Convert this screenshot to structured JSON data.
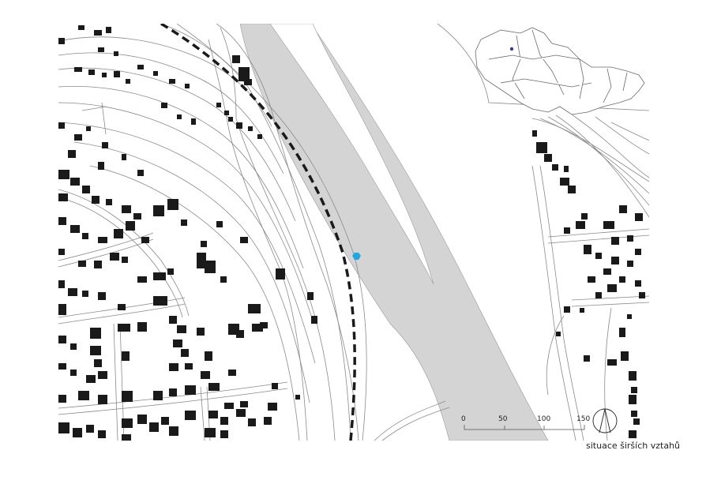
{
  "map": {
    "caption": "situace širších vztahů",
    "scale_bar": {
      "ticks": [
        "0",
        "50",
        "100",
        "150"
      ]
    },
    "north_arrow": {
      "icon": "north-arrow-icon"
    },
    "inset": {
      "region": "country-outline",
      "marker_color": "#3a3a8c"
    },
    "site_marker": {
      "color": "#1ea7e1"
    },
    "colors": {
      "river": "#d4d4d4",
      "building": "#1a1a1a",
      "lines": "#8a8a8a"
    }
  }
}
